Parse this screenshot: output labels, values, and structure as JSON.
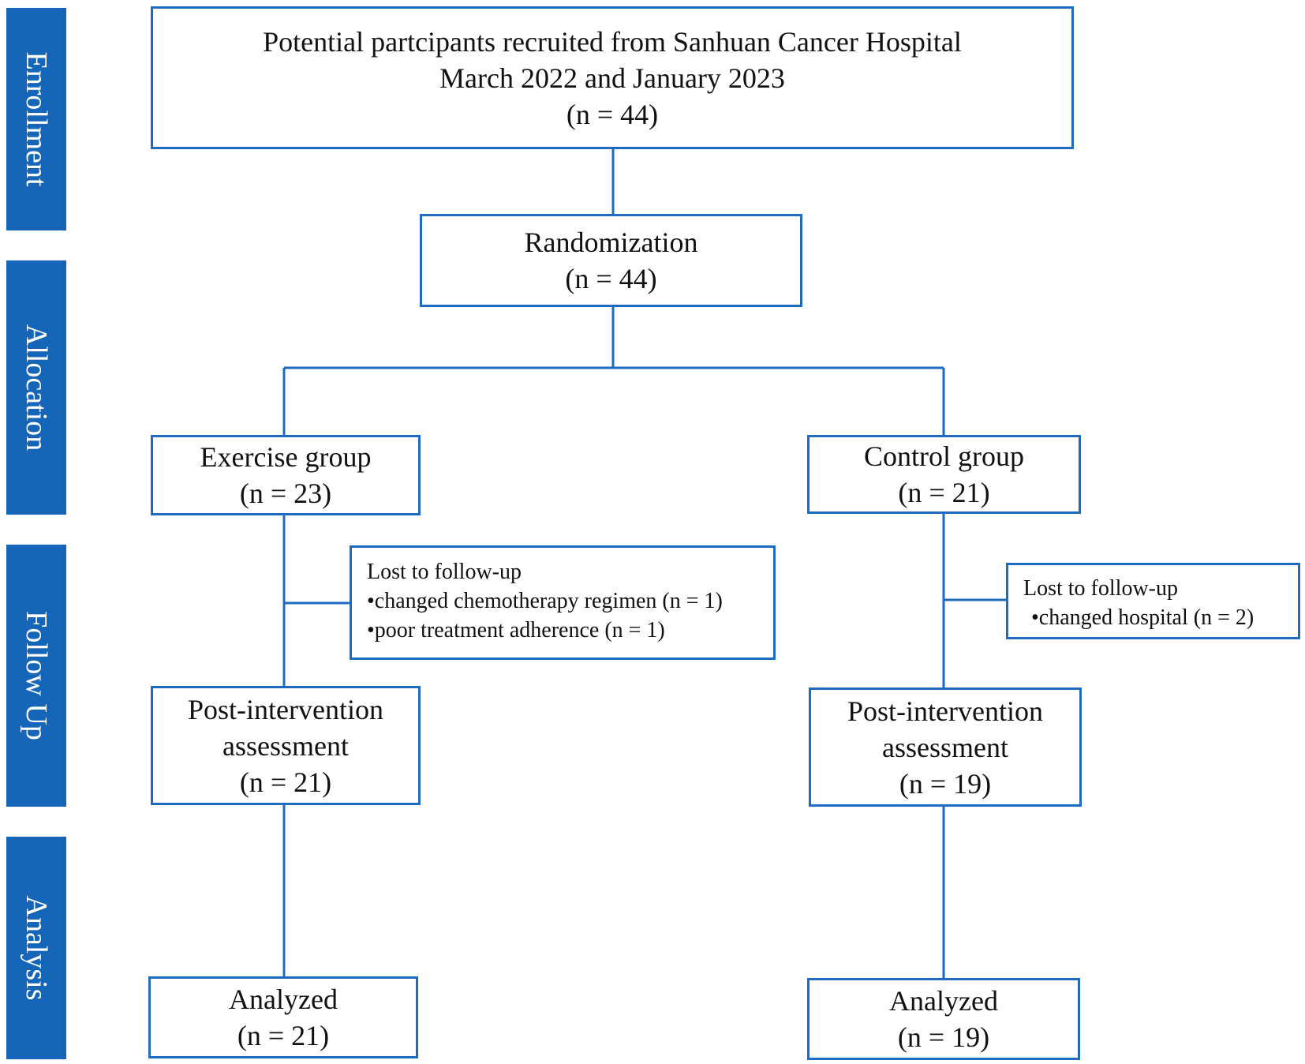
{
  "phases": [
    {
      "key": "enrollment",
      "label": "Enrollment"
    },
    {
      "key": "allocation",
      "label": "Allocation"
    },
    {
      "key": "follow_up",
      "label": "Follow Up"
    },
    {
      "key": "analysis",
      "label": "Analysis"
    }
  ],
  "enrollment": {
    "lines": [
      "Potential partcipants recruited from Sanhuan Cancer Hospital",
      "March 2022 and January 2023",
      "(n = 44)"
    ]
  },
  "randomization": {
    "title": "Randomization",
    "count": "(n = 44)"
  },
  "exercise_group": {
    "title": "Exercise group",
    "count": "(n = 23)",
    "lost": {
      "title": "Lost to follow-up",
      "items": [
        "•changed chemotherapy regimen (n = 1)",
        "•poor treatment adherence (n = 1)"
      ]
    },
    "post": {
      "line1": "Post-intervention",
      "line2": "assessment",
      "count": "(n = 21)"
    },
    "analyzed": {
      "title": "Analyzed",
      "count": "(n = 21)"
    }
  },
  "control_group": {
    "title": "Control group",
    "count": "(n = 21)",
    "lost": {
      "title": "Lost to follow-up",
      "items": [
        "•changed hospital (n = 2)"
      ]
    },
    "post": {
      "line1": "Post-intervention",
      "line2": "assessment",
      "count": "(n = 19)"
    },
    "analyzed": {
      "title": "Analyzed",
      "count": "(n = 19)"
    }
  },
  "colors": {
    "band": "#1565b8",
    "border": "#1f6bbf",
    "connector": "#1f6bbf"
  }
}
